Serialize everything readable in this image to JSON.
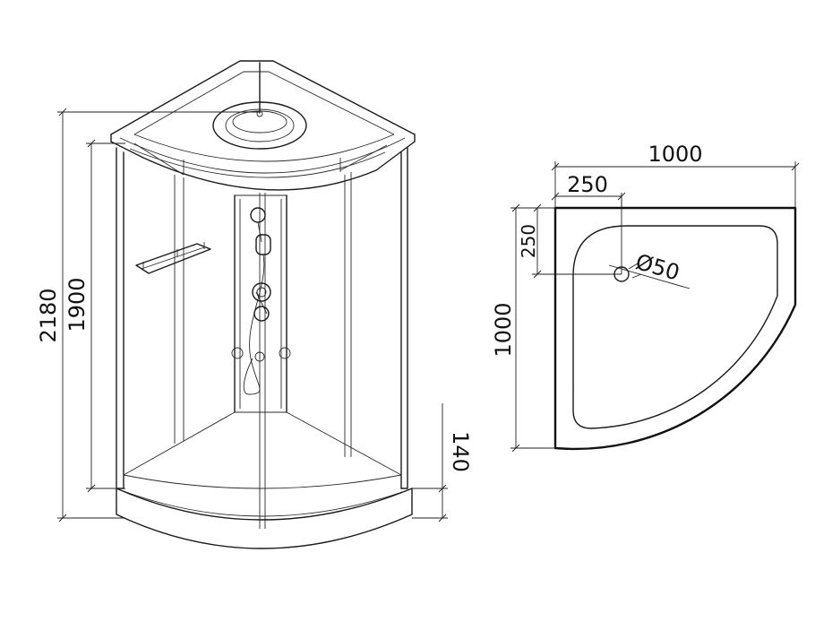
{
  "dimensions": {
    "total_height": "2180",
    "cabin_height": "1900",
    "tray_height": "140",
    "width": "1000",
    "depth": "1000",
    "drain_offset_x": "250",
    "drain_offset_y": "250",
    "drain_diameter": "Ø50"
  },
  "icons": {
    "shower_cabin": "shower-cabin-icon",
    "shower_tray": "shower-tray-icon"
  },
  "colors": {
    "line": "#1a1a1a",
    "background": "#ffffff"
  }
}
